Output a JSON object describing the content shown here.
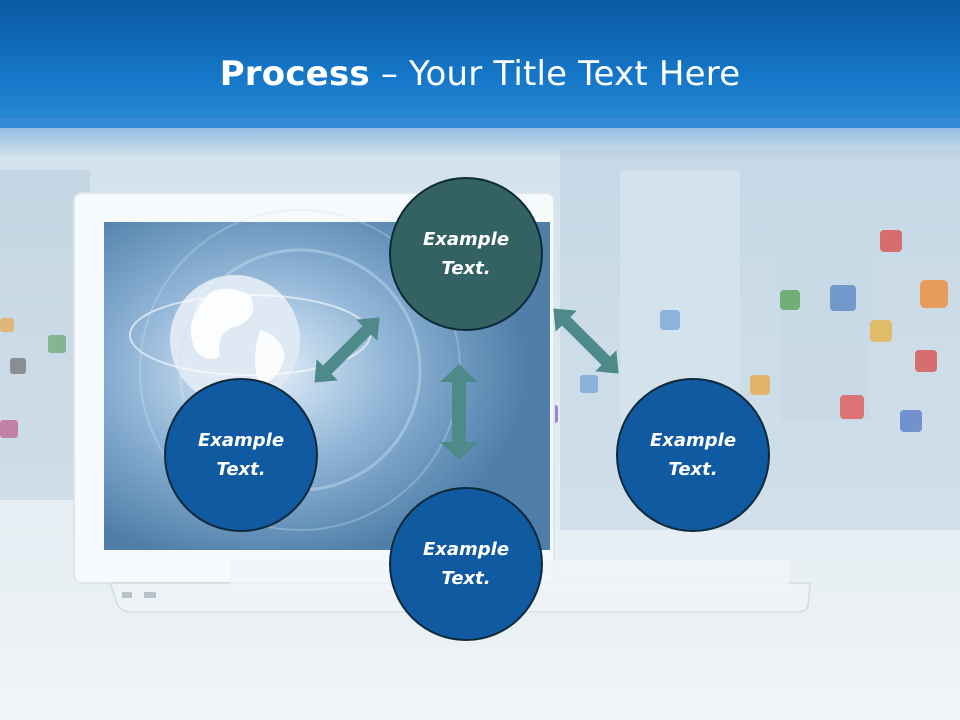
{
  "slide": {
    "title_bold": "Process",
    "title_rest": " – Your Title Text Here"
  },
  "nodes": {
    "top": "Example Text.",
    "left": "Example Text.",
    "right": "Example Text.",
    "bottom": "Example Text."
  },
  "colors": {
    "header": "#1577c8",
    "node_top": "#346263",
    "node_other": "#0f5aa1",
    "arrow": "#4d8a89"
  }
}
